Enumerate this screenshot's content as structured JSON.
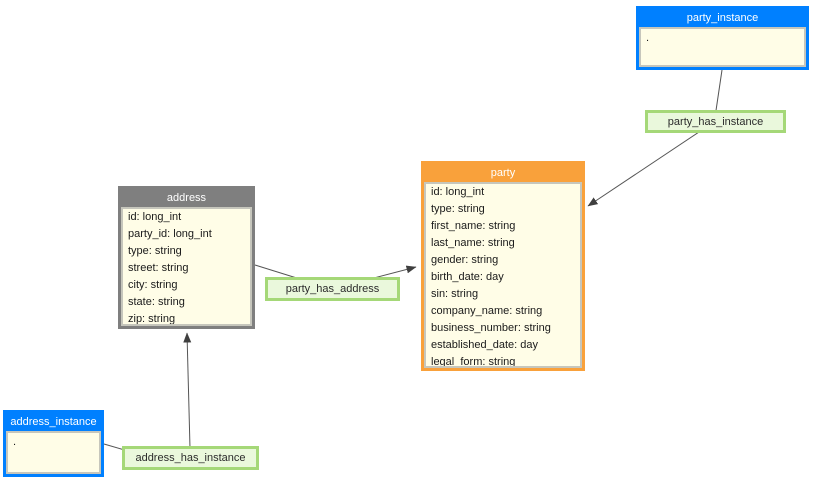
{
  "diagram": {
    "entities": {
      "party_instance": {
        "title": "party_instance",
        "body_text": ".",
        "header_color": "#0080FF"
      },
      "party": {
        "title": "party",
        "header_color": "#F9A13B",
        "fields": [
          "id: long_int",
          "type: string",
          "first_name: string",
          "last_name: string",
          "gender: string",
          "birth_date: day",
          "sin: string",
          "company_name: string",
          "business_number: string",
          "established_date: day",
          "legal_form: string"
        ]
      },
      "address": {
        "title": "address",
        "header_color": "#7F7F7F",
        "fields": [
          "id: long_int",
          "party_id: long_int",
          "type: string",
          "street: string",
          "city: string",
          "state: string",
          "zip: string"
        ]
      },
      "address_instance": {
        "title": "address_instance",
        "body_text": ".",
        "header_color": "#0080FF"
      }
    },
    "relationships": {
      "party_has_instance": {
        "label": "party_has_instance"
      },
      "party_has_address": {
        "label": "party_has_address"
      },
      "address_has_instance": {
        "label": "address_has_instance"
      }
    },
    "colors": {
      "entity_body": "#FFFDE7",
      "entity_body_border": "#C6C6BC",
      "instance_header": "#0080FF",
      "party_header": "#F9A13B",
      "address_header": "#7F7F7F",
      "relationship_fill": "#EAF8DC",
      "relationship_border": "#A5D878",
      "connector_line": "#555555",
      "header_text": "#FFFFFF",
      "field_text": "#1A1A1A"
    }
  }
}
